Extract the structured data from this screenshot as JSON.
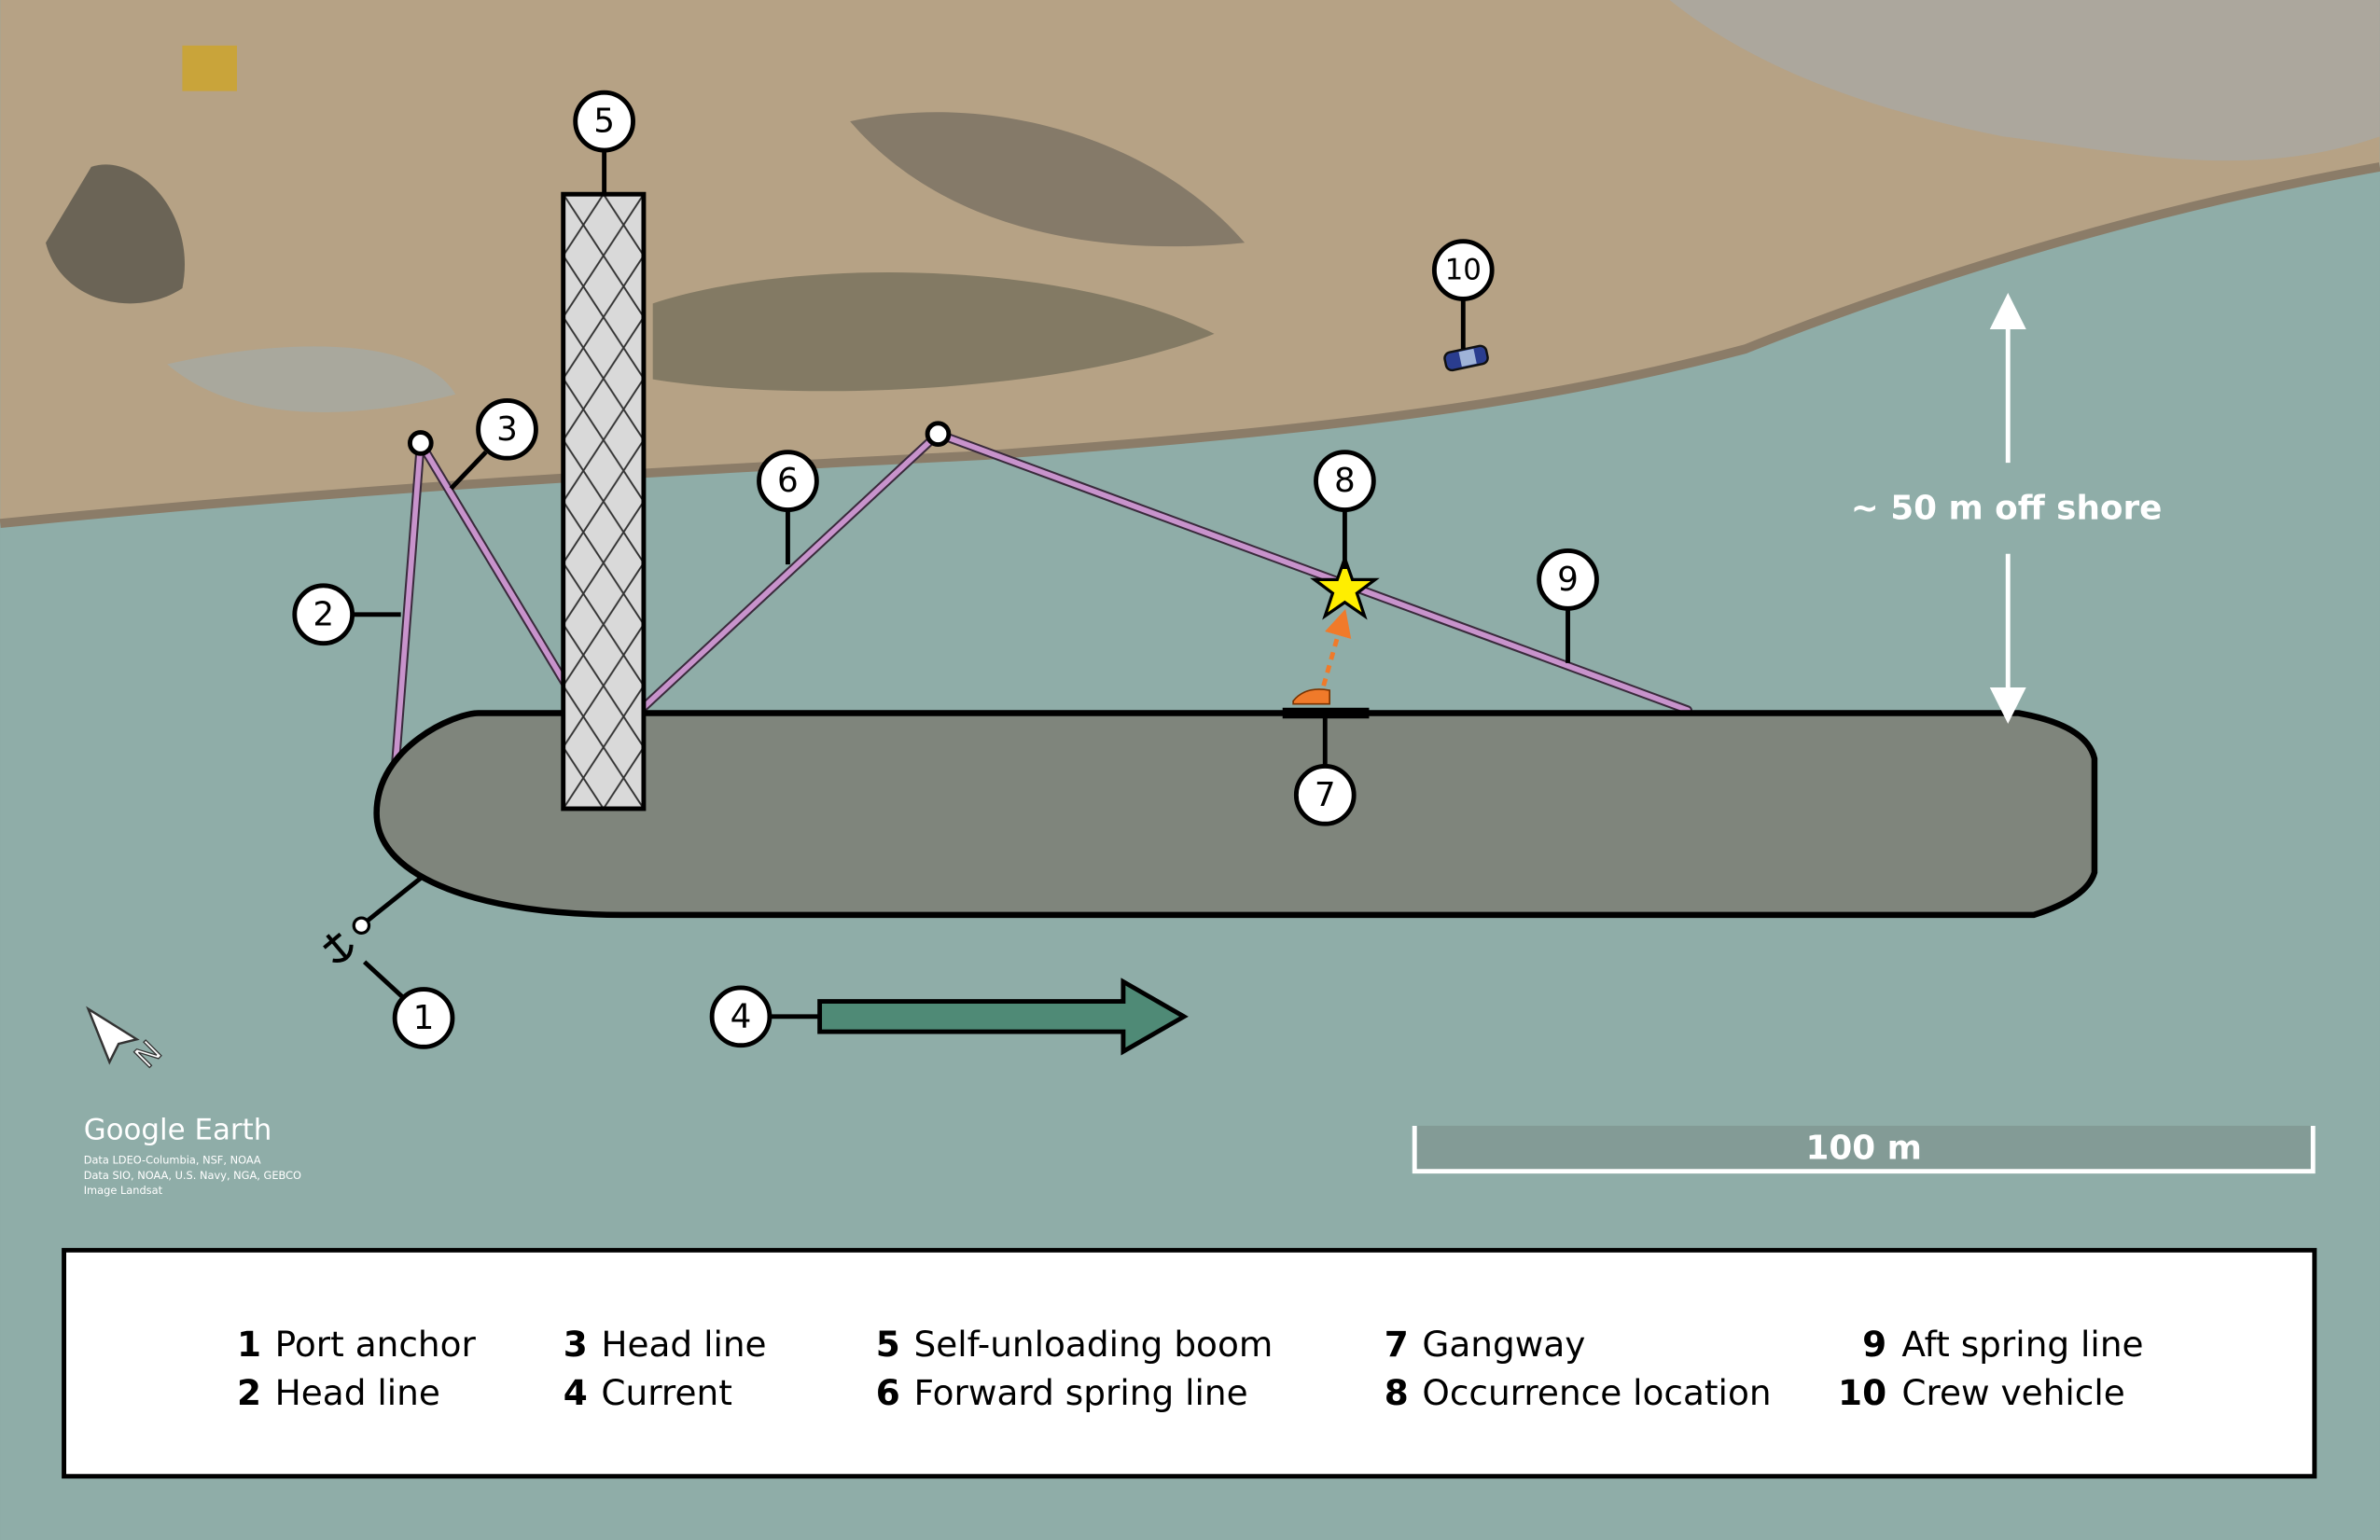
{
  "callouts": [
    "1",
    "2",
    "3",
    "4",
    "5",
    "6",
    "7",
    "8",
    "9",
    "10"
  ],
  "offshore_label": "~ 50 m off shore",
  "scale_bar_label": "100 m",
  "compass_label": "N",
  "attribution": {
    "brand": "Google Earth",
    "lines": [
      "Data LDEO-Columbia, NSF, NOAA",
      "Data SIO, NOAA, U.S. Navy, NGA, GEBCO",
      "Image Landsat"
    ]
  },
  "legend": [
    {
      "num": "1",
      "label": "Port anchor"
    },
    {
      "num": "2",
      "label": "Head line"
    },
    {
      "num": "3",
      "label": "Head line"
    },
    {
      "num": "4",
      "label": "Current"
    },
    {
      "num": "5",
      "label": "Self-unloading boom"
    },
    {
      "num": "6",
      "label": "Forward spring line"
    },
    {
      "num": "7",
      "label": "Gangway"
    },
    {
      "num": "8",
      "label": "Occurrence location"
    },
    {
      "num": "9",
      "label": "Aft spring line"
    },
    {
      "num": "10",
      "label": "Crew vehicle"
    }
  ],
  "colors": {
    "water": "#8fada8",
    "land": "#b6a285",
    "ship": "#7f857c",
    "rope": "#c893cc",
    "current": "#4f8a76",
    "star": "#ffee00"
  }
}
